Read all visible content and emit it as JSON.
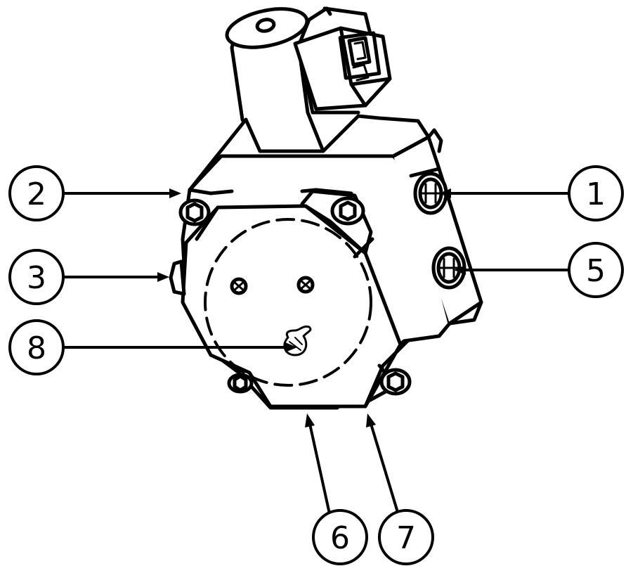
{
  "diagram": {
    "callouts": [
      {
        "id": "1",
        "label": "1"
      },
      {
        "id": "2",
        "label": "2"
      },
      {
        "id": "3",
        "label": "3"
      },
      {
        "id": "5",
        "label": "5"
      },
      {
        "id": "6",
        "label": "6"
      },
      {
        "id": "7",
        "label": "7"
      },
      {
        "id": "8",
        "label": "8"
      }
    ],
    "colors": {
      "line": "#000000",
      "background": "#ffffff"
    }
  }
}
